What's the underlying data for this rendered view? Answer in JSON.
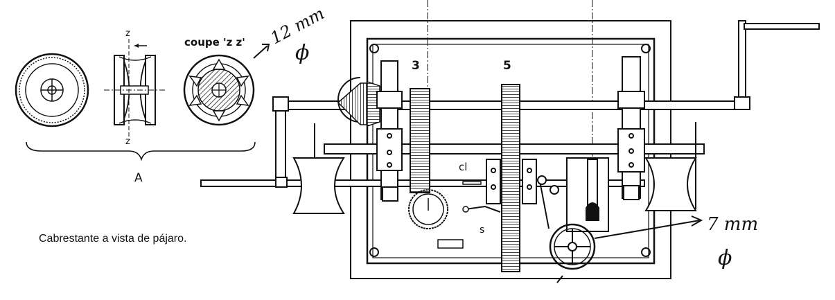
{
  "caption": "Cabrestante a vista de pájaro.",
  "labels": {
    "section_marker_top": "z",
    "section_marker_bottom": "z",
    "coupe": "coupe 'z z'",
    "group_a": "A",
    "note_12mm": "12 mm",
    "diam_1": "ϕ",
    "gear_3": "3",
    "gear_5": "5",
    "cl": "cl",
    "s": "s",
    "note_7mm": "7 mm",
    "diam_2": "ϕ"
  }
}
